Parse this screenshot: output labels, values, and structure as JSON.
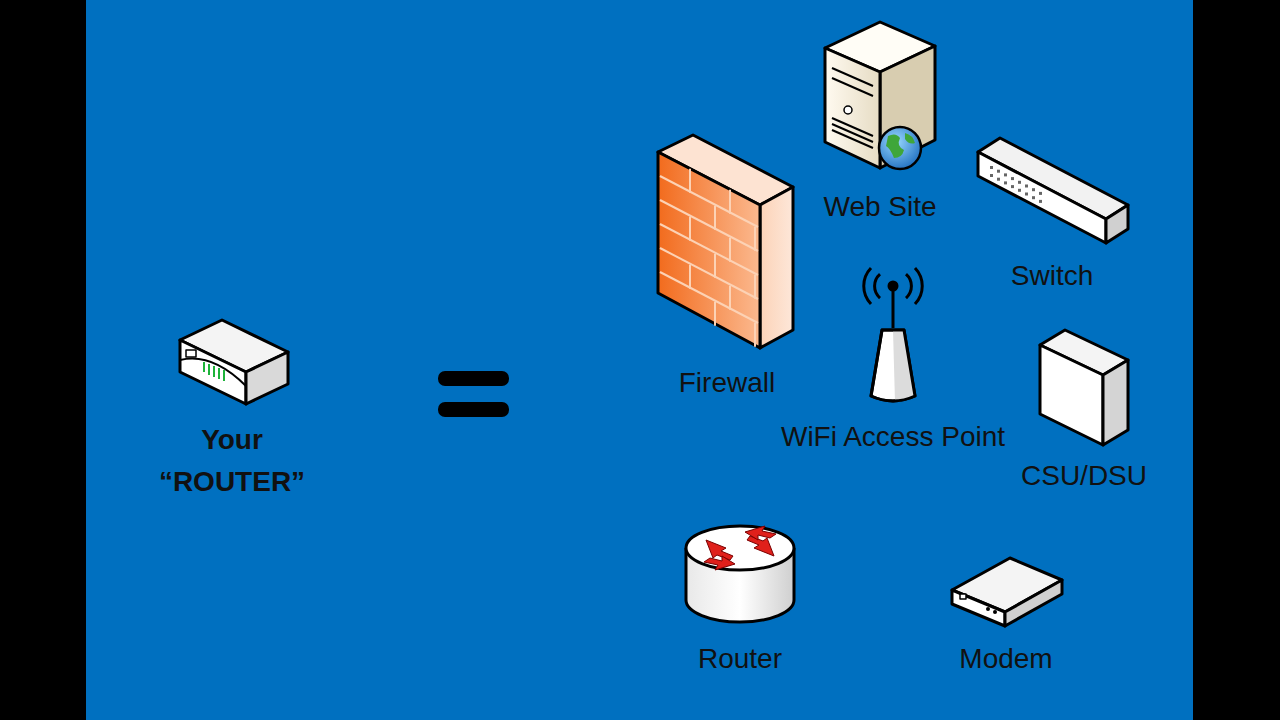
{
  "diagram": {
    "labels": [
      "Your “ROUTER”",
      "Firewall",
      "Web Site",
      "Switch",
      "WiFi Access Point",
      "CSU/DSU",
      "Router",
      "Modem"
    ]
  }
}
